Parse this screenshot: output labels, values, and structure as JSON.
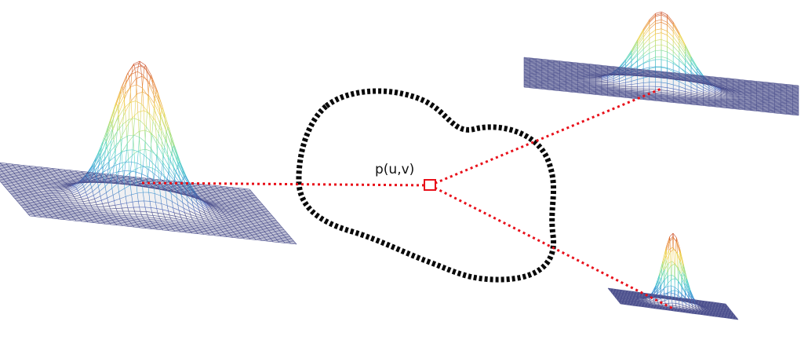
{
  "point": {
    "label": "p(u,v)"
  },
  "colors": {
    "ray": "#e8101a",
    "contour": "#0a0a0a",
    "marker": "#e8101a",
    "mesh_base": "#4a4e8c",
    "plate_shadow": "#f0f0f2",
    "surface_ramp": [
      "#5a4ea8",
      "#3fa0d8",
      "#58d6c8",
      "#a8e07a",
      "#f0d24a",
      "#e88a3a",
      "#c84a2a"
    ]
  },
  "icons": {
    "surface": "gaussian-surface-mesh",
    "marker": "square-marker"
  }
}
